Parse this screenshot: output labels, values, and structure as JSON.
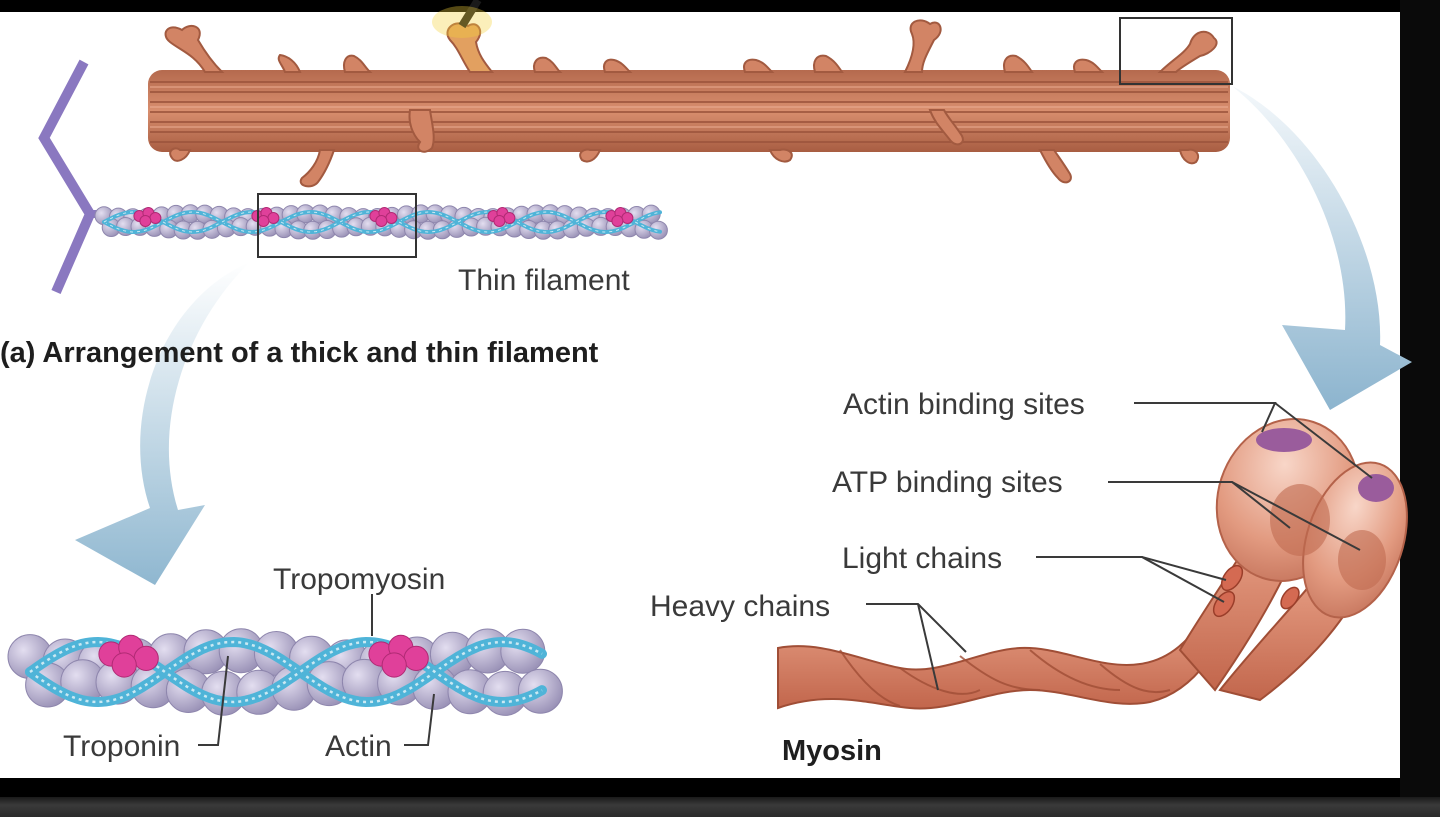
{
  "labels": {
    "thin_filament": "Thin filament",
    "panel_a_caption": "(a) Arrangement of a thick and thin filament",
    "actin_binding_sites": "Actin binding sites",
    "atp_binding_sites": "ATP binding sites",
    "light_chains": "Light chains",
    "heavy_chains": "Heavy chains",
    "myosin": "Myosin",
    "tropomyosin": "Tropomyosin",
    "troponin": "Troponin",
    "actin": "Actin"
  },
  "colors": {
    "thick_filament": "#c97a5c",
    "myosin_head": "#e9a890",
    "actin_bead": "#b9b2cf",
    "tropomyosin": "#4fb4d8",
    "troponin": "#e0409a",
    "z_disc": "#8a78c0",
    "arrow": "#a9c8dc"
  }
}
